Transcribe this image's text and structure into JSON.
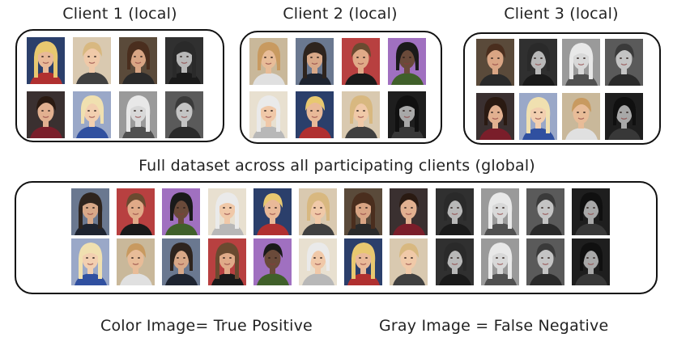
{
  "clients": [
    {
      "title": "Client 1 (local)",
      "images": [
        {
          "id": "f01",
          "mode": "color"
        },
        {
          "id": "f02",
          "mode": "color"
        },
        {
          "id": "f03",
          "mode": "color"
        },
        {
          "id": "f04",
          "mode": "gray"
        },
        {
          "id": "f05",
          "mode": "color"
        },
        {
          "id": "f06",
          "mode": "color"
        },
        {
          "id": "f07",
          "mode": "gray"
        },
        {
          "id": "f08",
          "mode": "gray"
        }
      ]
    },
    {
      "title": "Client 2 (local)",
      "images": [
        {
          "id": "f09",
          "mode": "color"
        },
        {
          "id": "f10",
          "mode": "color"
        },
        {
          "id": "f11",
          "mode": "color"
        },
        {
          "id": "f12",
          "mode": "color"
        },
        {
          "id": "f13",
          "mode": "color"
        },
        {
          "id": "f14",
          "mode": "color"
        },
        {
          "id": "f15",
          "mode": "color"
        },
        {
          "id": "f16",
          "mode": "gray"
        }
      ]
    },
    {
      "title": "Client 3 (local)",
      "images": [
        {
          "id": "f17",
          "mode": "color"
        },
        {
          "id": "f18",
          "mode": "gray"
        },
        {
          "id": "f19",
          "mode": "gray"
        },
        {
          "id": "f20",
          "mode": "gray"
        },
        {
          "id": "f21",
          "mode": "color"
        },
        {
          "id": "f22",
          "mode": "color"
        },
        {
          "id": "f23",
          "mode": "color"
        },
        {
          "id": "f24",
          "mode": "gray"
        }
      ]
    }
  ],
  "global": {
    "title": "Full dataset across all participating clients (global)",
    "rows": [
      [
        {
          "id": "g01",
          "mode": "color"
        },
        {
          "id": "g02",
          "mode": "color"
        },
        {
          "id": "g03",
          "mode": "color"
        },
        {
          "id": "g04",
          "mode": "color"
        },
        {
          "id": "g05",
          "mode": "color"
        },
        {
          "id": "g06",
          "mode": "color"
        },
        {
          "id": "g07",
          "mode": "color"
        },
        {
          "id": "g08",
          "mode": "color"
        },
        {
          "id": "g09",
          "mode": "gray"
        },
        {
          "id": "g10",
          "mode": "gray"
        },
        {
          "id": "g11",
          "mode": "gray"
        },
        {
          "id": "g12",
          "mode": "gray"
        }
      ],
      [
        {
          "id": "g13",
          "mode": "color"
        },
        {
          "id": "g14",
          "mode": "color"
        },
        {
          "id": "g15",
          "mode": "color"
        },
        {
          "id": "g16",
          "mode": "color"
        },
        {
          "id": "g17",
          "mode": "color"
        },
        {
          "id": "g18",
          "mode": "color"
        },
        {
          "id": "g19",
          "mode": "color"
        },
        {
          "id": "g20",
          "mode": "color"
        },
        {
          "id": "g21",
          "mode": "gray"
        },
        {
          "id": "g22",
          "mode": "gray"
        },
        {
          "id": "g23",
          "mode": "gray"
        },
        {
          "id": "g24",
          "mode": "gray"
        }
      ]
    ]
  },
  "legend": {
    "color_label": "Color Image= True Positive",
    "gray_label": "Gray Image = False Negative"
  }
}
